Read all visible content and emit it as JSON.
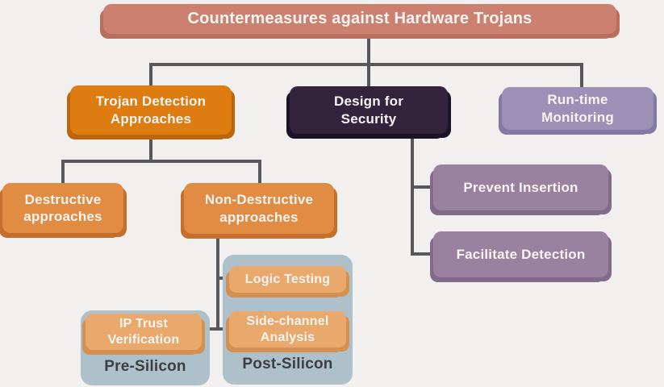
{
  "diagram": {
    "kind": "hierarchy-flowchart",
    "background_color": "#f1f0ef",
    "connector_color": "#57585b",
    "nodes": {
      "title": {
        "label": "Countermeasures against Hardware Trojans",
        "color": "#cc8170",
        "shadow_color": "#b96e60",
        "text_color": "#f7f4f1"
      },
      "trojan_detection": {
        "label": "Trojan Detection\nApproaches",
        "color": "#de7c11",
        "shadow_color": "#bb650c"
      },
      "design_for_security": {
        "label": "Design for\nSecurity",
        "color": "#33233d",
        "shadow_color": "#1e1229"
      },
      "runtime_monitoring": {
        "label": "Run-time\nMonitoring",
        "color": "#9c90b6",
        "shadow_color": "#8479a3"
      },
      "destructive": {
        "label": "Destructive\napproaches",
        "color": "#e18b43",
        "shadow_color": "#c56f2d"
      },
      "non_destructive": {
        "label": "Non-Destructive\napproaches",
        "color": "#e18b43",
        "shadow_color": "#c56f2d"
      },
      "prevent_insertion": {
        "label": "Prevent Insertion",
        "color": "#99819f",
        "shadow_color": "#826b88"
      },
      "facilitate_detection": {
        "label": "Facilitate Detection",
        "color": "#99819f",
        "shadow_color": "#826b88"
      },
      "ip_trust": {
        "label": "IP Trust\nVerification",
        "color": "#e9a96c",
        "shadow_color": "#d58f51"
      },
      "logic_testing": {
        "label": "Logic Testing",
        "color": "#e9a96c",
        "shadow_color": "#d58f51"
      },
      "side_channel": {
        "label": "Side-channel\nAnalysis",
        "color": "#e9a96c",
        "shadow_color": "#d58f51"
      }
    },
    "groups": {
      "pre_silicon": {
        "label": "Pre-Silicon",
        "color": "#aec1ca",
        "label_color": "#3e3e41"
      },
      "post_silicon": {
        "label": "Post-Silicon",
        "color": "#aec1ca",
        "label_color": "#3e3e41"
      }
    }
  }
}
